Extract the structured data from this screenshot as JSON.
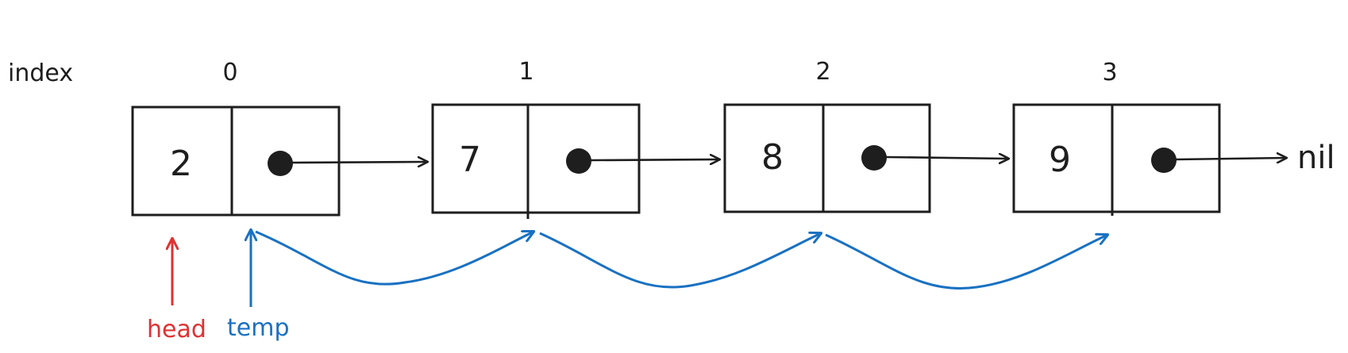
{
  "index_label": "index",
  "nodes": [
    {
      "index": "0",
      "value": "2"
    },
    {
      "index": "1",
      "value": "7"
    },
    {
      "index": "2",
      "value": "8"
    },
    {
      "index": "3",
      "value": "9"
    }
  ],
  "terminal_label": "nil",
  "pointers": {
    "head": {
      "label": "head",
      "color": "#e03131"
    },
    "temp": {
      "label": "temp",
      "color": "#1971c2"
    }
  },
  "colors": {
    "ink": "#1e1e1e",
    "head": "#e03131",
    "temp": "#1971c2"
  }
}
